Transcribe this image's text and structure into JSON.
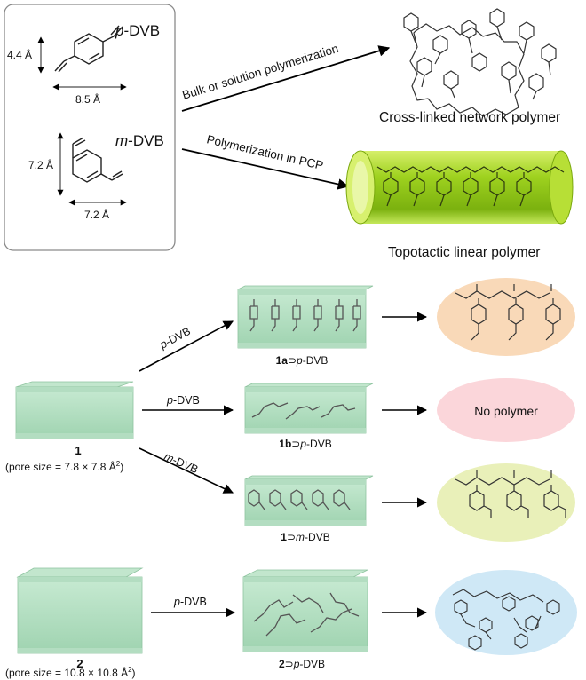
{
  "top_panel": {
    "monomers": {
      "p_dvb": {
        "prefix": "p",
        "name": "-DVB",
        "height_label": "4.4 Å",
        "width_label": "8.5 Å"
      },
      "m_dvb": {
        "prefix": "m",
        "name": "-DVB",
        "height_label": "7.2 Å",
        "width_label": "7.2 Å"
      }
    },
    "routes": {
      "bulk": {
        "arrow_label": "Bulk or solution polymerization",
        "product_label": "Cross-linked network polymer"
      },
      "pcp": {
        "arrow_label": "Polymerization in PCP",
        "product_label": "Topotactic linear polymer"
      }
    }
  },
  "bottom_panel": {
    "host1": {
      "number": "1",
      "pore_label": "(pore size = 7.8 × 7.8 Å",
      "pore_sup": "2",
      "pore_close": ")"
    },
    "host2": {
      "number": "2",
      "pore_label": "(pore size = 10.8 × 10.8 Å",
      "pore_sup": "2",
      "pore_close": ")"
    },
    "rows": [
      {
        "arrow_prefix": "p",
        "arrow_name": "-DVB",
        "complex_num": "1a",
        "complex_symbol": "⊃",
        "complex_prefix": "p",
        "complex_name": "-DVB",
        "result": "",
        "result_color": "#f9d9b8"
      },
      {
        "arrow_prefix": "p",
        "arrow_name": "-DVB",
        "complex_num": "1b",
        "complex_symbol": "⊃",
        "complex_prefix": "p",
        "complex_name": "-DVB",
        "result": "No polymer",
        "result_color": "#fbd6da"
      },
      {
        "arrow_prefix": "m",
        "arrow_name": "-DVB",
        "complex_num": "1",
        "complex_symbol": "⊃",
        "complex_prefix": "m",
        "complex_name": "-DVB",
        "result": "",
        "result_color": "#e9f0b9"
      },
      {
        "arrow_prefix": "p",
        "arrow_name": "-DVB",
        "complex_num": "2",
        "complex_symbol": "⊃",
        "complex_prefix": "p",
        "complex_name": "-DVB",
        "result": "",
        "result_color": "#cfe8f6"
      }
    ]
  },
  "colors": {
    "channel_green": "#a9d9b8",
    "tube_green": "#9acd1e",
    "frame_border": "#8a8a8a"
  }
}
